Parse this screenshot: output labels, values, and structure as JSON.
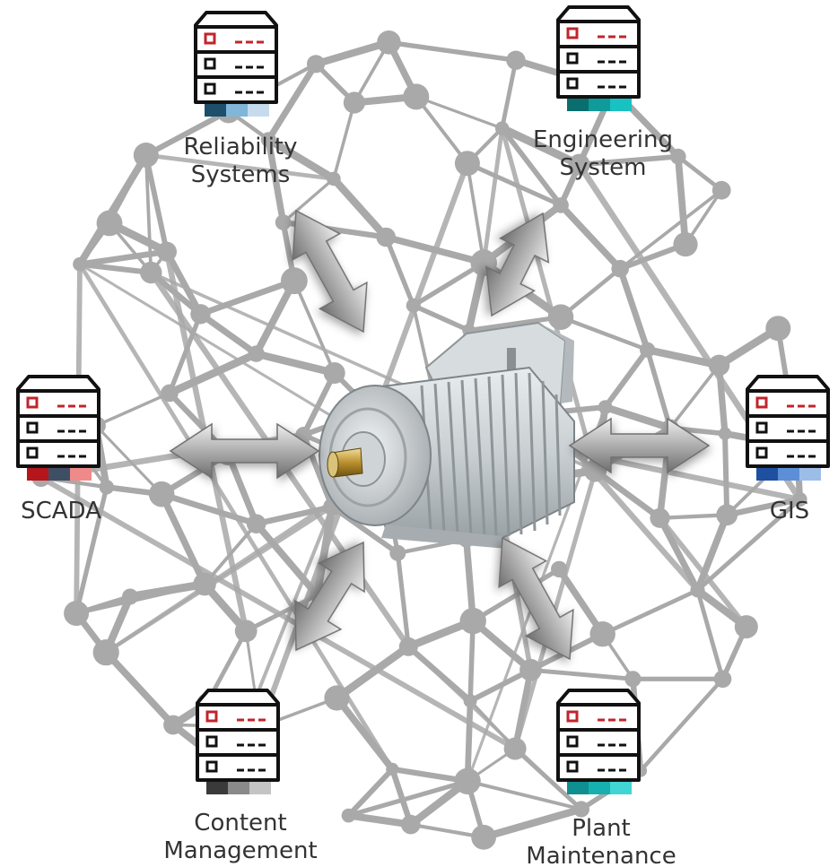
{
  "nodes": [
    {
      "id": "reliability",
      "label_lines": [
        "Reliability",
        "Systems"
      ],
      "swatches": [
        "#1d4e6b",
        "#7fb6d9",
        "#c6dcee"
      ]
    },
    {
      "id": "engineering",
      "label_lines": [
        "Engineering",
        "System"
      ],
      "swatches": [
        "#0b6e6e",
        "#119a9a",
        "#19c2c2"
      ]
    },
    {
      "id": "scada",
      "label_lines": [
        "SCADA"
      ],
      "swatches": [
        "#b5161c",
        "#3f4f63",
        "#f08a8a"
      ]
    },
    {
      "id": "gis",
      "label_lines": [
        "GIS"
      ],
      "swatches": [
        "#1f4fa0",
        "#5d8fd8",
        "#9dbde9"
      ]
    },
    {
      "id": "content",
      "label_lines": [
        "Content",
        "Management"
      ],
      "swatches": [
        "#3a3a3a",
        "#8a8a8a",
        "#c4c4c4"
      ]
    },
    {
      "id": "plant",
      "label_lines": [
        "Plant",
        "Maintenance"
      ],
      "swatches": [
        "#0f8f8f",
        "#17b0b0",
        "#43d4d4"
      ]
    }
  ],
  "icons": {
    "server": "server-rack-icon",
    "hub": "electric-motor-icon",
    "arrow": "double-headed-arrow-icon"
  },
  "colors": {
    "server_outline": "#111111",
    "server_accent": "#c0252b",
    "mesh": "#a9a9a9",
    "arrow": "#9a9a9a",
    "label": "#333333"
  }
}
